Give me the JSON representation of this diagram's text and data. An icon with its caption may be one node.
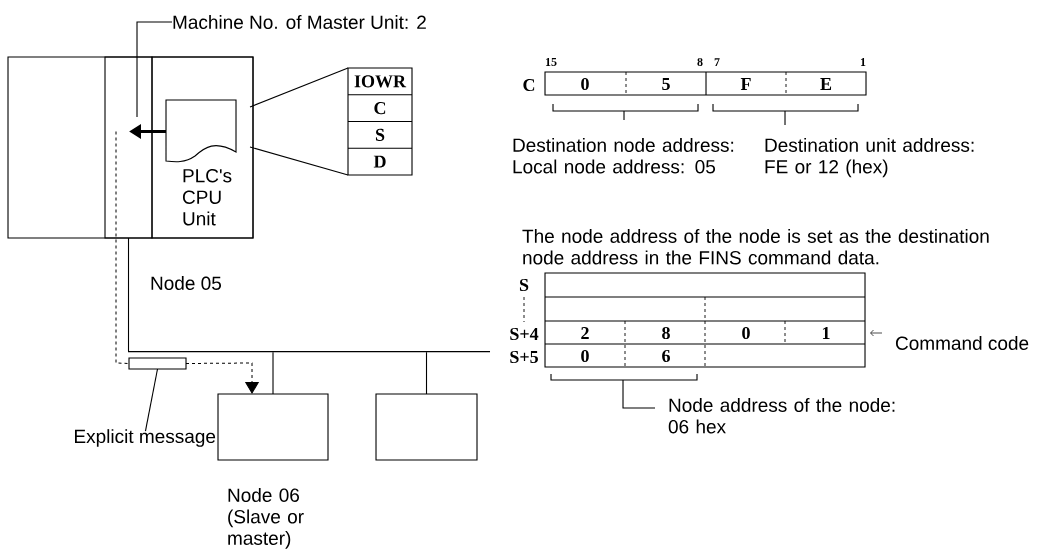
{
  "diagram": {
    "nodes": [
      {
        "text": [],
        "shape": "box"
      },
      {
        "text": [],
        "shape": "box",
        "in": 0
      },
      {
        "text": [
          "PLC's CPU Unit"
        ],
        "in": 0
      },
      {
        "text": [],
        "shape": "document",
        "in": 2
      },
      {
        "text": [
          "IOWR",
          "C",
          "S",
          "D"
        ]
      },
      {
        "text": [],
        "shape": "box",
        "beside": [
          "Node 06 (Slave or master)"
        ]
      },
      {
        "text": [],
        "shape": "box"
      },
      {
        "text": [
          "Explicit message"
        ]
      },
      {
        "text": [],
        "shape": "box"
      },
      {
        "text": [
          "Machine No. of Master Unit: 2"
        ]
      },
      {
        "text": [],
        "shape": "line"
      }
    ],
    "edges": [
      {
        "from": 9,
        "to": 1,
        "arrow": "none"
      },
      {
        "from": 3,
        "to": 1,
        "arrow": "to",
        "style": "thick"
      },
      {
        "from": 3,
        "to": 4,
        "arrow": "none"
      },
      {
        "from": 3,
        "to": 4,
        "arrow": "none"
      },
      {
        "from": 1,
        "to": 8,
        "arrow": "none",
        "style": "dashed"
      },
      {
        "from": 8,
        "to": 5,
        "arrow": "to",
        "style": "dashed"
      },
      {
        "from": 7,
        "to": 8,
        "arrow": "none"
      },
      {
        "from": 1,
        "to": 10,
        "arrow": "none"
      },
      {
        "from": 10,
        "to": 5,
        "arrow": "none"
      },
      {
        "from": 10,
        "to": 6,
        "arrow": "none"
      }
    ],
    "labels": [
      "15",
      "8",
      "7",
      "1",
      "C",
      "0",
      "5",
      "F",
      "E",
      "Destination node address: Local node address: 05",
      "Destination unit address: FE or 12 (hex)",
      "Node 05",
      "The node address of the node is set as the destination node address in the FINS command data.",
      "S",
      "S+4",
      "2",
      "8",
      "0",
      "1",
      "Command code",
      "S+5",
      "0",
      "6",
      "Node address of the node: 06 hex"
    ]
  }
}
